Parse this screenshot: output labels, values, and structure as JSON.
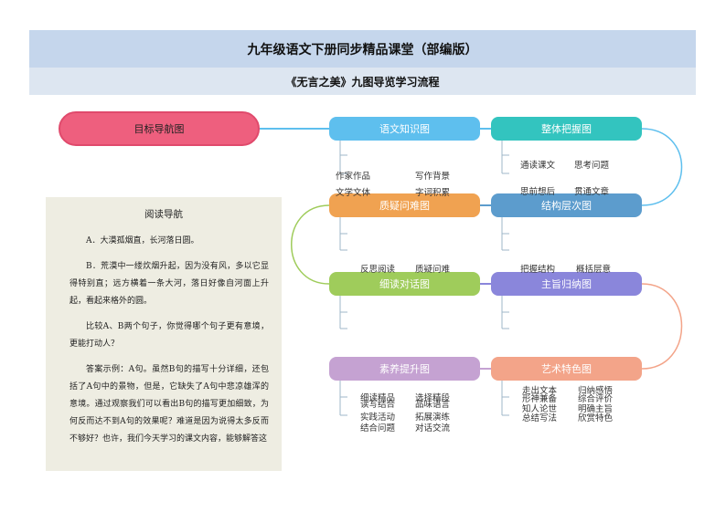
{
  "header": {
    "title": "九年级语文下册同步精品课堂（部编版）",
    "subtitle": "《无言之美》九图导览学习流程"
  },
  "mindmap": {
    "root": "目标导航图",
    "nodes": [
      {
        "id": "yuwen",
        "label": "语文知识图",
        "leaves": [
          "作家作品",
          "写作背景",
          "文学文体",
          "字词积累"
        ]
      },
      {
        "id": "zhengti",
        "label": "整体把握图",
        "leaves": [
          "通读课文",
          "思考问题",
          "思前想后",
          "贯通文章"
        ]
      },
      {
        "id": "zhiyi",
        "label": "质疑问难图",
        "leaves": [
          "反思阅读",
          "质疑问难"
        ]
      },
      {
        "id": "jiegou",
        "label": "结构层次图",
        "leaves": [
          "把握结构",
          "概括层意"
        ]
      },
      {
        "id": "xidu",
        "label": "细读对话图",
        "leaves": []
      },
      {
        "id": "zhuzhi",
        "label": "主旨归纳图",
        "leaves": []
      },
      {
        "id": "suyang",
        "label": "素养提升图",
        "leaves": [
          "细读精品",
          "读写结合",
          "选择精段",
          "品味语言",
          "实践活动",
          "拓展演练",
          "结合问题",
          "对话交流"
        ]
      },
      {
        "id": "yishu",
        "label": "艺术特色图",
        "leaves": [
          "走出文本",
          "归纳感悟",
          "形神兼备",
          "综合评价",
          "知人论世",
          "明确主旨",
          "总结写法",
          "欣赏特色"
        ]
      }
    ]
  },
  "reading_guide": {
    "title": "阅读导航",
    "paragraphs": [
      "A．大漠孤烟直，长河落日圆。",
      "B．荒漠中一缕炊烟升起，因为没有风，多以它显得特别直；远方横着一条大河，落日好像自河面上升起，看起来格外的圆。",
      "比较A、B两个句子，你觉得哪个句子更有意境，更能打动人？",
      "答案示例：A句。虽然B句的描写十分详细，还包括了A句中的景物，但是，它缺失了A句中悲凉雄浑的意境。通过观察我们可以看出B句的描写更加细致，为何反而达不到A句的效果呢？难道是因为说得太多反而不够好？也许，我们今天学习的课文内容，能够解答这"
    ]
  },
  "colors": {
    "title_bg": "#c5d6ec",
    "subtitle_bg": "#dde6f1",
    "root": "#ee5f7e",
    "yuwen": "#5ebfee",
    "zhengti": "#33c4bf",
    "zhiyi": "#f0a251",
    "jiegou": "#5c9ccd",
    "xidu": "#9fcc5b",
    "zhuzhi": "#8a86db",
    "suyang": "#c5a2d2",
    "yishu": "#f3a489",
    "panel_bg": "#eeede2"
  }
}
